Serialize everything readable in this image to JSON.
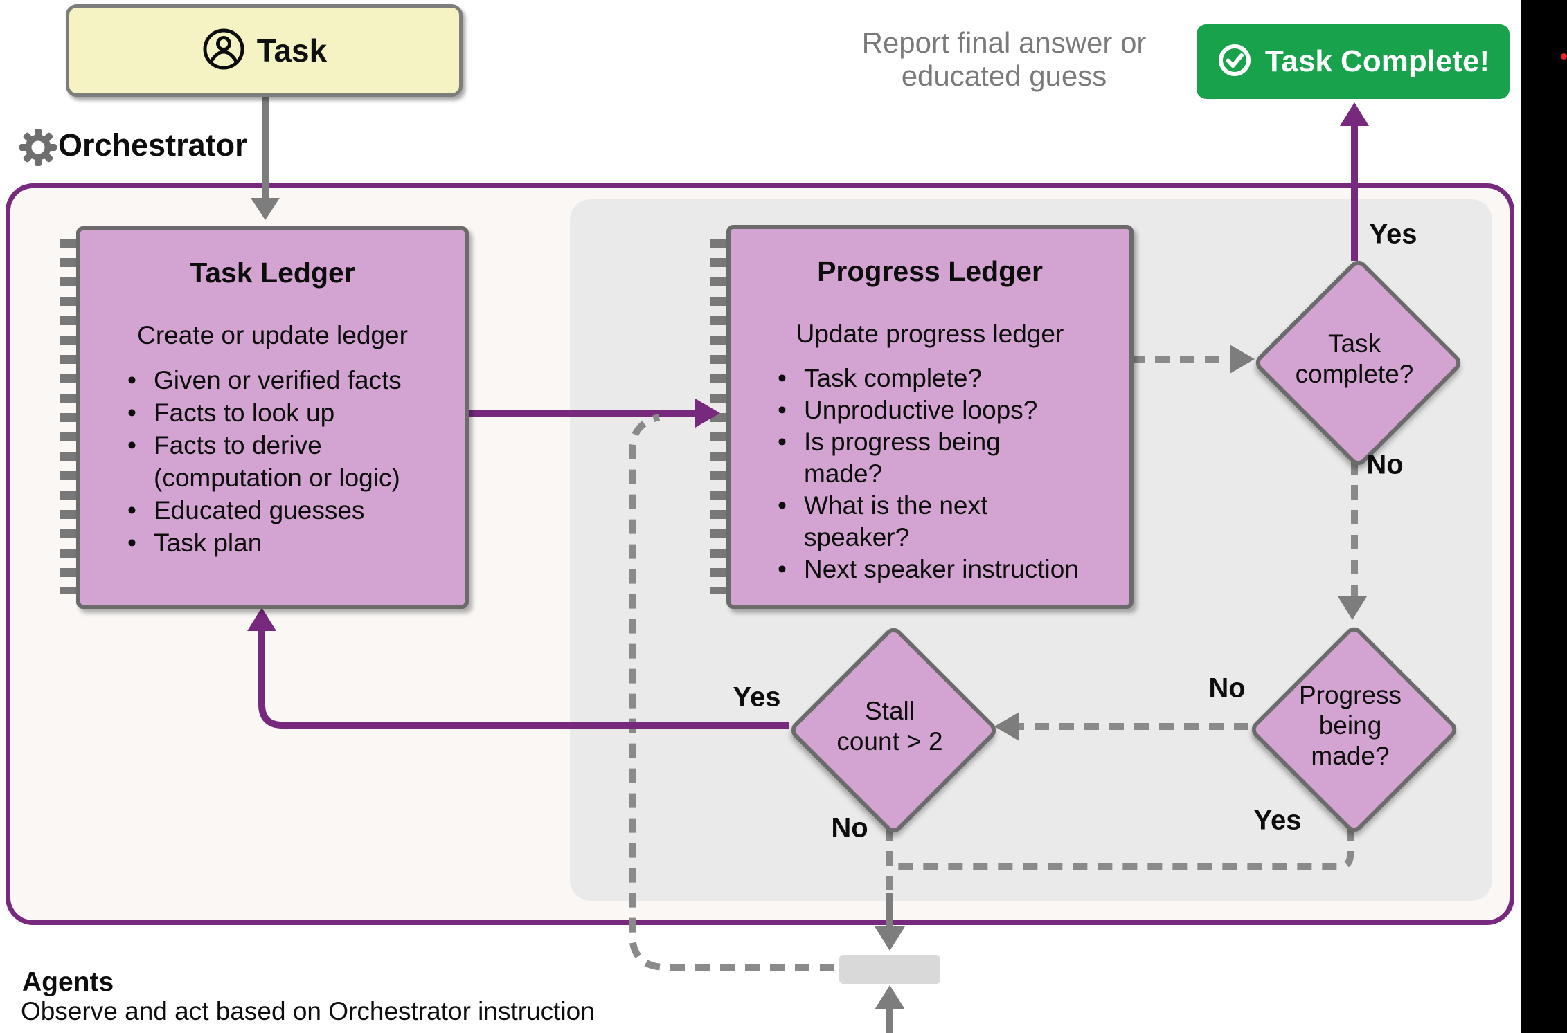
{
  "task_box": {
    "label": "Task"
  },
  "orchestrator": {
    "label": "Orchestrator"
  },
  "task_ledger": {
    "title": "Task Ledger",
    "subtitle": "Create or update ledger",
    "bullets": [
      "Given or verified facts",
      "Facts to look up",
      "Facts to derive\n(computation or logic)",
      "Educated guesses",
      "Task plan"
    ]
  },
  "progress_ledger": {
    "title": "Progress Ledger",
    "subtitle": "Update progress ledger",
    "bullets": [
      "Task complete?",
      "Unproductive loops?",
      "Is progress being\nmade?",
      "What is the next\nspeaker?",
      "Next speaker instruction"
    ]
  },
  "decisions": {
    "task_complete": {
      "label": "Task complete?",
      "yes": "Yes",
      "no": "No"
    },
    "progress_being_made": {
      "label": "Progress being made?",
      "yes": "Yes",
      "no": "No"
    },
    "stall_count": {
      "label": "Stall count > 2",
      "yes": "Yes",
      "no": "No"
    }
  },
  "complete_banner": {
    "label": "Task Complete!",
    "note_line1": "Report final answer or",
    "note_line2": "educated guess"
  },
  "agents": {
    "title": "Agents",
    "subtitle": "Observe and act based on Orchestrator instruction"
  },
  "colors": {
    "purple": "#76297d",
    "pink_node": "#d3a4d1",
    "node_border_gray": "#6b6b6b",
    "green": "#18a24b",
    "task_yellow": "#f5f2c4",
    "arrow_gray": "#7d7d7d",
    "dashed_gray": "#8a8a8a",
    "zone_gray": "#ebeaea",
    "zone_offwhite": "#faf7f5",
    "note_gray": "#7a7a7a"
  }
}
